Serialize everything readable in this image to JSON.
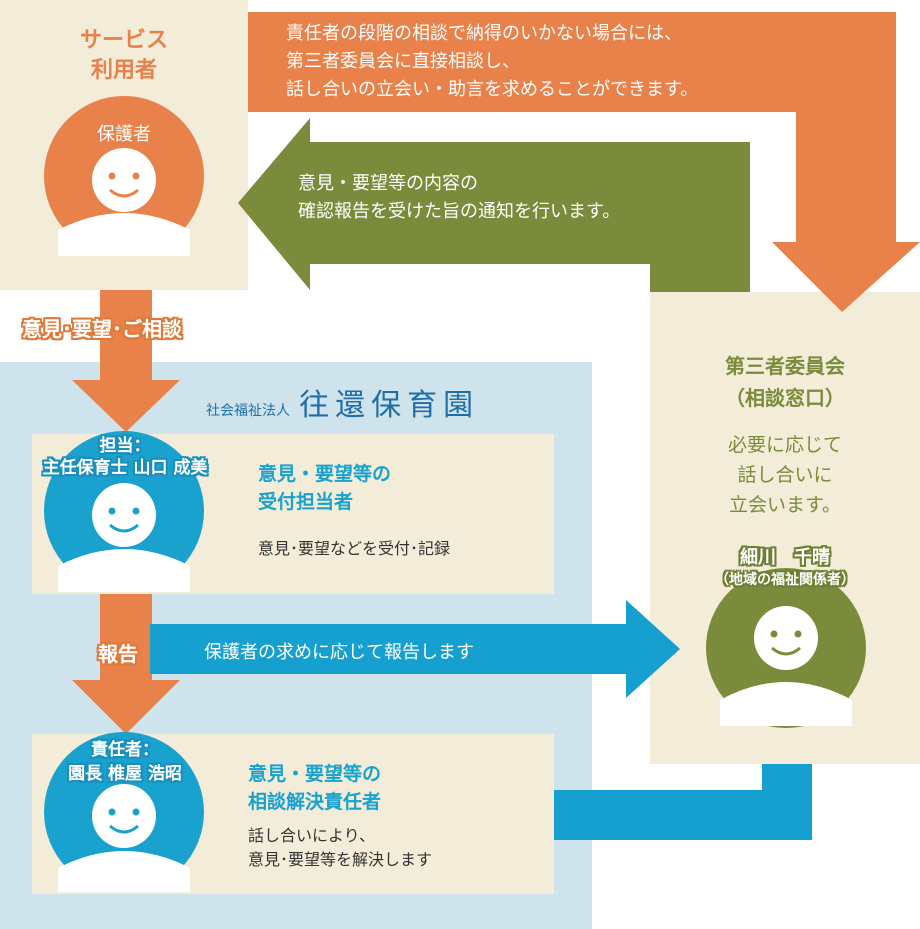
{
  "colors": {
    "orange": "#e8824a",
    "teal": "#1aa2cf",
    "olive": "#7b8b3c",
    "cream": "#f2ecd8",
    "light_blue": "#cfe3ec"
  },
  "user_box": {
    "title_line1": "サービス",
    "title_line2": "利用者",
    "avatar_label": "保護者"
  },
  "top_arrow_text": {
    "line1": "責任者の段階の相談で納得のいかない場合には、",
    "line2": "第三者委員会に直接相談し、",
    "line3": "話し合いの立会い・助言を求めることができます。"
  },
  "green_arrow_text": {
    "line1": "意見・要望等の内容の",
    "line2": "確認報告を受けた旨の通知を行います。"
  },
  "down_arrow_label": "意見･要望･ご相談",
  "org": {
    "prefix": "社会福祉法人",
    "name": "往還保育園"
  },
  "receptionist": {
    "role_line1": "担当：",
    "role_line2": "主任保育士 山口 成美",
    "title_line1": "意見・要望等の",
    "title_line2": "受付担当者",
    "description": "意見･要望などを受付･記録"
  },
  "report": {
    "label": "報告",
    "arrow_text": "保護者の求めに応じて報告します"
  },
  "resolver": {
    "role_line1": "責任者：",
    "role_line2": "園長 椎屋 浩昭",
    "title_line1": "意見・要望等の",
    "title_line2": "相談解決責任者",
    "desc_line1": "話し合いにより、",
    "desc_line2": "意見･要望等を解決します"
  },
  "committee": {
    "title_line1": "第三者委員会",
    "title_line2": "（相談窓口）",
    "desc_line1": "必要に応じて",
    "desc_line2": "話し合いに",
    "desc_line3": "立会います。",
    "member_name": "細川　千晴",
    "member_note": "（地域の福祉関係者）"
  }
}
